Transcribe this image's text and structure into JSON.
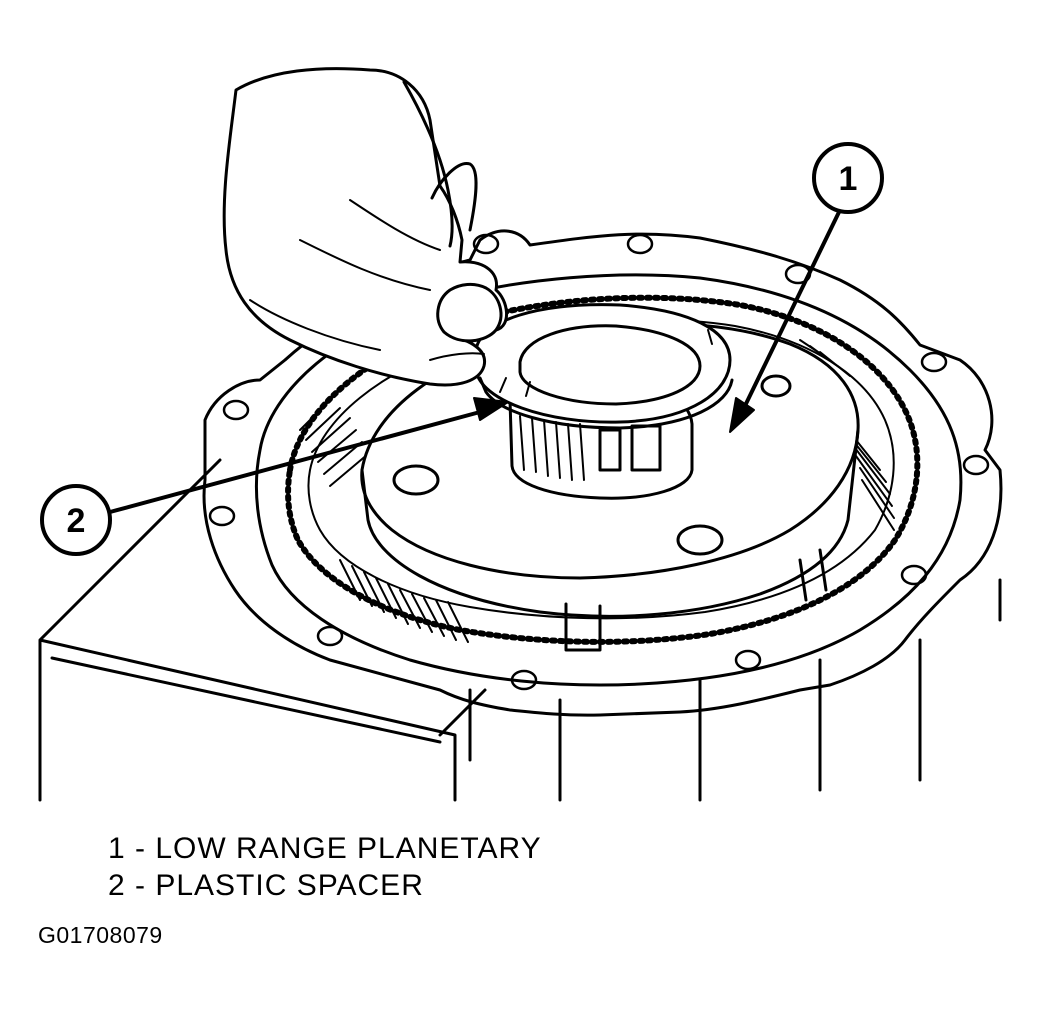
{
  "figure_id": "G01708079",
  "callouts": [
    {
      "number": "1",
      "label": "LOW RANGE PLANETARY"
    },
    {
      "number": "2",
      "label": "PLASTIC SPACER"
    }
  ],
  "legend": [
    {
      "text": "1 - LOW RANGE PLANETARY"
    },
    {
      "text": "2 - PLASTIC SPACER"
    }
  ],
  "colors": {
    "ink": "#000000",
    "paper": "#ffffff"
  }
}
